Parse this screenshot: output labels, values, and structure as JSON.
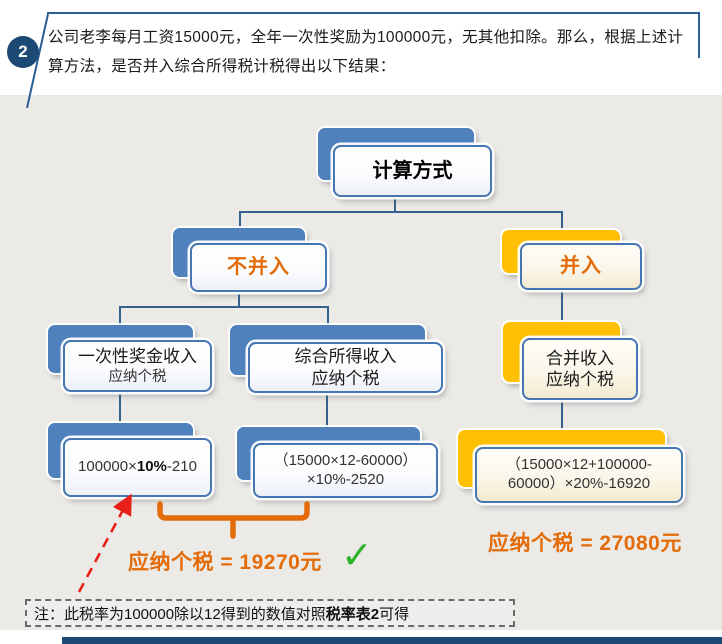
{
  "page": {
    "number_badge": "2",
    "intro_text": "公司老李每月工资15000元，全年一次性奖励为100000元，无其他扣除。那么，根据上述计算方法，是否并入综合所得税计税得出以下结果："
  },
  "flowchart": {
    "root_label": "计算方式",
    "left_branch": {
      "label": "不并入",
      "children": [
        {
          "title": "一次性奖金收入",
          "subtitle": "应纳个税",
          "formula_pre": "100000×",
          "formula_bold": "10%",
          "formula_post": "-210"
        },
        {
          "title": "综合所得收入",
          "subtitle": "应纳个税",
          "formula_line1": "（15000×12-60000）",
          "formula_line2": "×10%-2520"
        }
      ],
      "result": "应纳个税 = 19270元"
    },
    "right_branch": {
      "label": "并入",
      "children": [
        {
          "title": "合并收入",
          "subtitle": "应纳个税",
          "formula_line1": "（15000×12+100000-",
          "formula_line2": "60000）×20%-16920"
        }
      ],
      "result": "应纳个税 = 27080元"
    },
    "check_icon": "✓"
  },
  "note": {
    "prefix": "注：此税率为100000除以12得到的数值对照",
    "bold": "税率表2",
    "suffix": "可得"
  },
  "colors": {
    "navy": "#1d4a74",
    "blue": "#4f81bd",
    "gold": "#ffc003",
    "orange": "#e36c09",
    "green": "#2db52d",
    "red": "#e8201a",
    "panel_gray": "#eceae7"
  }
}
